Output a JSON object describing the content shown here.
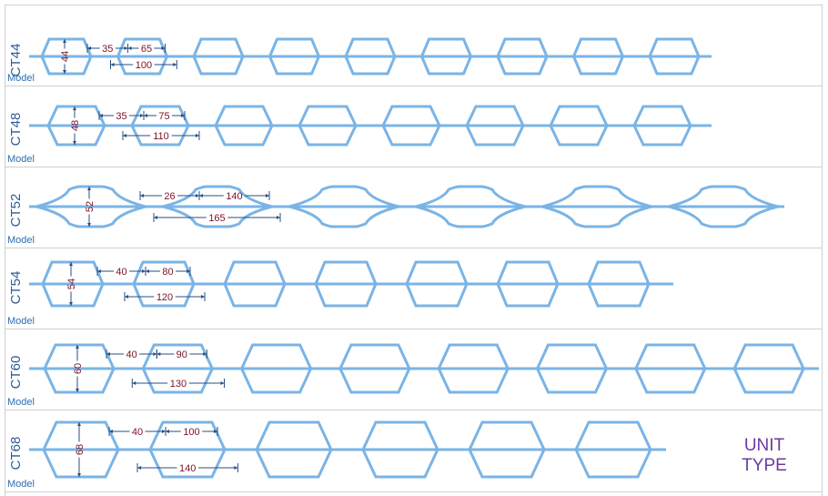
{
  "sub_label": "Model",
  "unit_type": [
    "UNIT",
    "TYPE"
  ],
  "models": [
    {
      "name": "CT44",
      "height": "44",
      "gap": "35",
      "width": "65",
      "pitch": "100",
      "units": 9
    },
    {
      "name": "CT48",
      "height": "48",
      "gap": "35",
      "width": "75",
      "pitch": "110",
      "units": 8
    },
    {
      "name": "CT52",
      "height": "52",
      "gap": "26",
      "width": "140",
      "pitch": "165",
      "units": 6
    },
    {
      "name": "CT54",
      "height": "54",
      "gap": "40",
      "width": "80",
      "pitch": "120",
      "units": 7
    },
    {
      "name": "CT60",
      "height": "60",
      "gap": "40",
      "width": "90",
      "pitch": "130",
      "units": 8
    },
    {
      "name": "CT68",
      "height": "68",
      "gap": "40",
      "width": "100",
      "pitch": "140",
      "units": 6
    }
  ]
}
